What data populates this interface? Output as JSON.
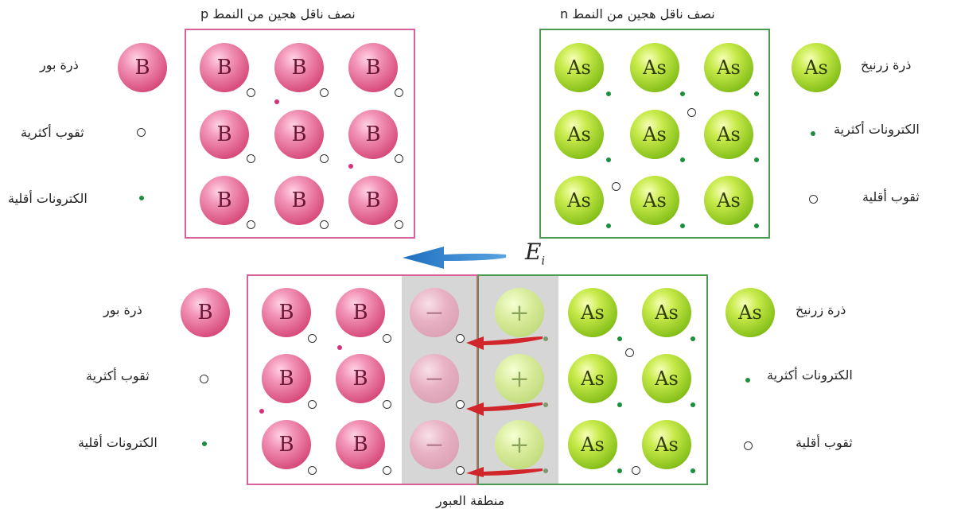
{
  "top": {
    "p_title": "نصف ناقل هجين من النمط p",
    "n_title": "نصف ناقل هجين من النمط n"
  },
  "legend": {
    "boron_atom": "ذرة بور",
    "majority_holes": "ثقوب أكثرية",
    "minority_electrons": "الكترونات أقلية",
    "arsenic_atom": "ذرة زرنيخ",
    "majority_electrons": "الكترونات أكثرية",
    "minority_holes": "ثقوب أقلية"
  },
  "atoms": {
    "boron_symbol": "B",
    "arsenic_symbol": "As",
    "neg_ion": "−",
    "pos_ion": "+"
  },
  "field_label": "E",
  "field_sub": "i",
  "depletion_label": "منطقة العبور",
  "colors": {
    "p_border": "#d9619a",
    "n_border": "#4a9a50",
    "arrow_blue": "#2f7fc9",
    "arrow_red": "#d0262b",
    "depletion": "#d6d6d6"
  }
}
